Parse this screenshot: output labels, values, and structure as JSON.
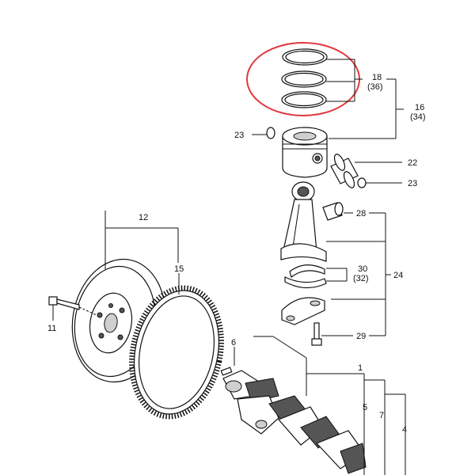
{
  "diagram": {
    "callouts": {
      "c1": "1",
      "c4": "4",
      "c5": "5",
      "c6": "6",
      "c7": "7",
      "c11": "11",
      "c12": "12",
      "c15": "15",
      "c16": "16",
      "c16b": "(34)",
      "c18": "18",
      "c18b": "(36)",
      "c22": "22",
      "c23a": "23",
      "c23b": "23",
      "c24": "24",
      "c28": "28",
      "c29": "29",
      "c30": "30",
      "c30b": "(32)"
    },
    "highlight_color": "#e0393e"
  }
}
